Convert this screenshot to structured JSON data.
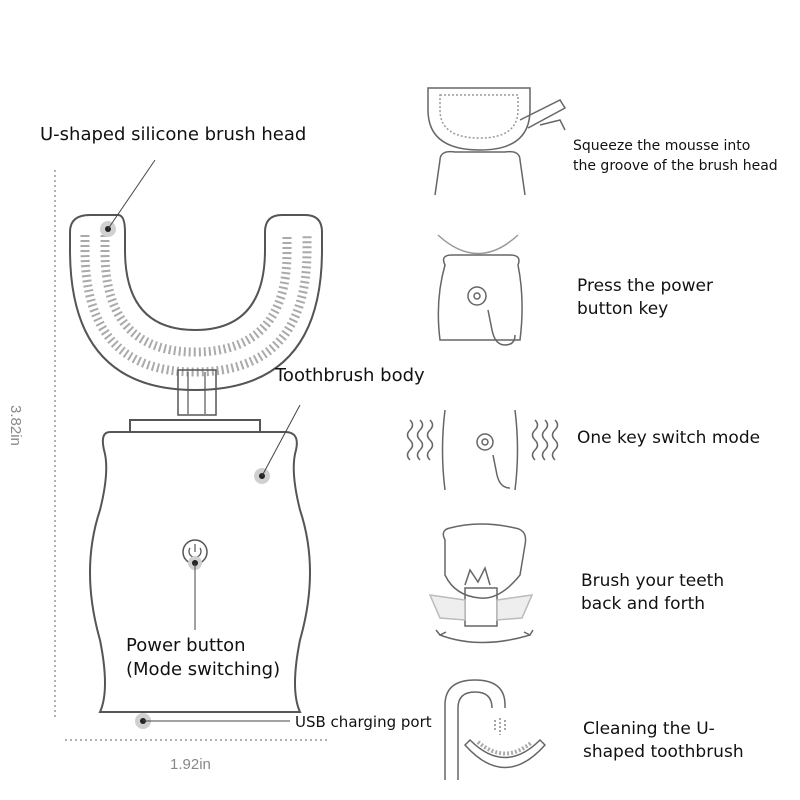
{
  "labels": {
    "brush_head": "U-shaped silicone brush head",
    "body": "Toothbrush body",
    "power_line1": "Power button",
    "power_line2": "(Mode switching)",
    "usb": "USB charging port"
  },
  "dimensions": {
    "height": "3.82in",
    "width": "1.92in"
  },
  "steps": [
    {
      "line1": "Squeeze the mousse into",
      "line2": "the groove of the brush head"
    },
    {
      "line1": "Press the power",
      "line2": "button key"
    },
    {
      "line1": "One key switch mode",
      "line2": ""
    },
    {
      "line1": "Brush your teeth",
      "line2": "back and forth"
    },
    {
      "line1": "Cleaning the U-",
      "line2": "shaped toothbrush"
    }
  ]
}
